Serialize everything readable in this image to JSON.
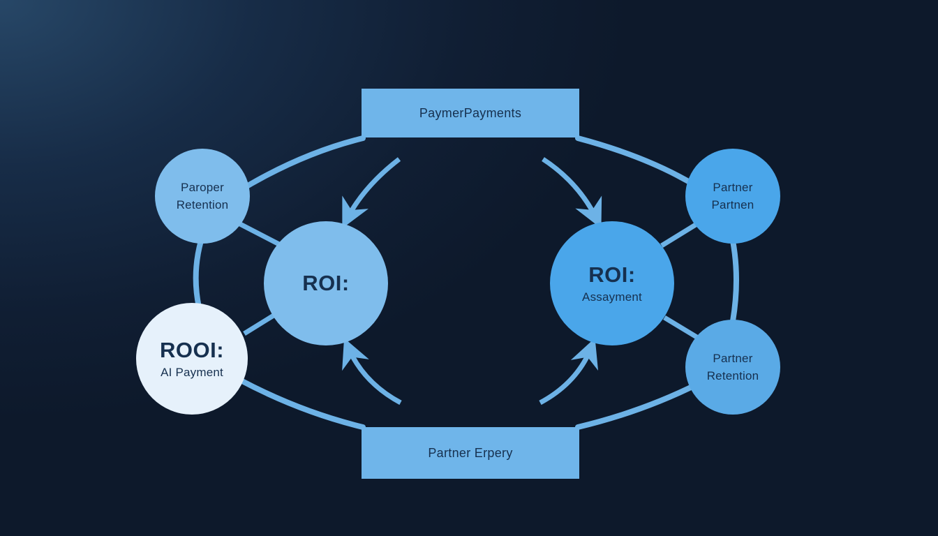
{
  "banners": {
    "top": "PaymerPayments",
    "bottom": "Partner Erpery"
  },
  "nodes": {
    "top_left": {
      "line1": "Paroper",
      "line2": "Retention"
    },
    "bottom_left": {
      "title": "ROOI:",
      "subtitle": "AI Payment"
    },
    "center_left": {
      "title": "ROI:"
    },
    "center_right": {
      "title": "ROI:",
      "subtitle": "Assayment"
    },
    "top_right": {
      "line1": "Partner",
      "line2": "Partnen"
    },
    "bottom_right": {
      "line1": "Partner",
      "line2": "Retention"
    }
  },
  "colors": {
    "connector": "#6db2e6",
    "banner": "#6fb5ea",
    "node_light": "#7fbdec",
    "node_pale": "#e6f1fb",
    "node_bright": "#4aa6ea",
    "node_mid": "#5aaae6",
    "text_dark": "#16304f"
  }
}
